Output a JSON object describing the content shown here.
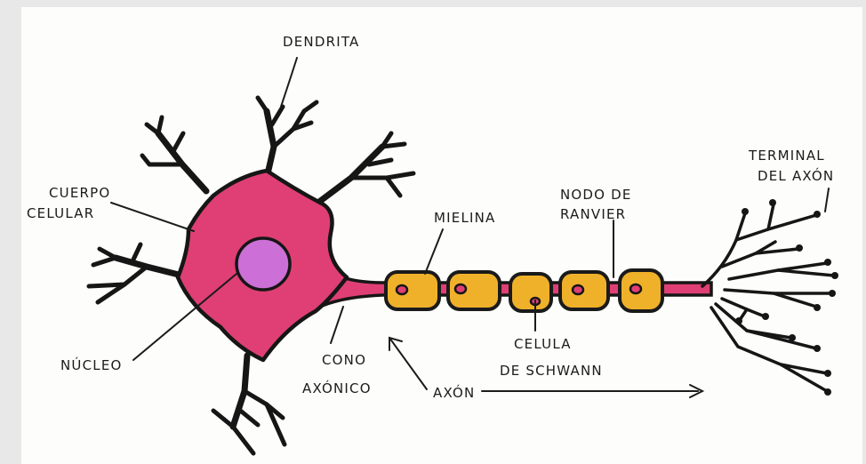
{
  "colors": {
    "background": "#e8e8e8",
    "paper": "#fdfdfb",
    "cell_body": "#df3f74",
    "nucleus": "#cc6fd6",
    "myelin": "#f0b12a",
    "outline": "#161616"
  },
  "labels": {
    "dendrita": "DENDRITA",
    "cuerpo_line1": "CUERPO",
    "cuerpo_line2": "CELULAR",
    "nucleo": "NÚCLEO",
    "cono_line1": "CONO",
    "cono_line2": "AXÓNICO",
    "mielina": "MIELINA",
    "nodo_line1": "NODO DE",
    "nodo_line2": "RANVIER",
    "celula_line1": "CELULA",
    "celula_line2": "DE SCHWANN",
    "axon": "AXÓN",
    "terminal_line1": "TERMINAL",
    "terminal_line2": "DEL AXÓN"
  }
}
